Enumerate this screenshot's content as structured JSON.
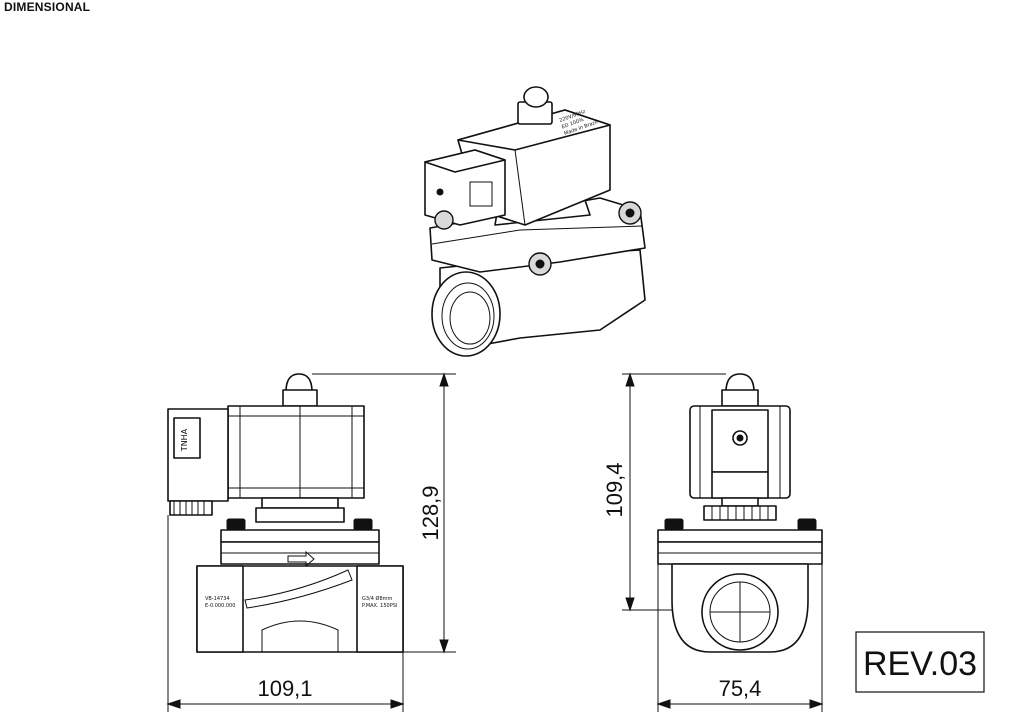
{
  "header": {
    "title": "DIMENSIONAL"
  },
  "dimensions": {
    "front_width": "109,1",
    "front_height": "128,9",
    "side_height": "109,4",
    "side_width": "75,4"
  },
  "front_view": {
    "body_label_left": [
      "VB-14734",
      "E-0.000.000"
    ],
    "body_label_right": [
      "G3/4 Ø8mm",
      "P.MAX. 150PSI"
    ],
    "connector_text": "TNHA"
  },
  "iso_view": {
    "coil_label": [
      "220V/60Hz",
      "ED 100%",
      "Made in Brazil"
    ]
  },
  "revision": {
    "label": "REV.03"
  }
}
